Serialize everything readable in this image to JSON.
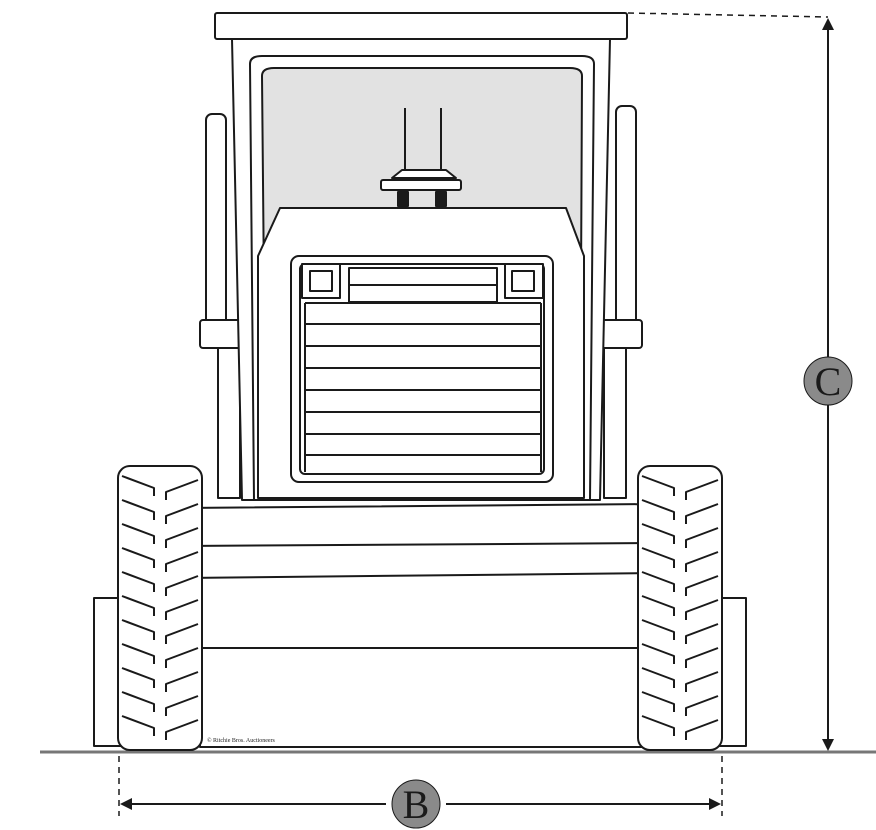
{
  "dimensions": [
    {
      "id": "B",
      "label": "B"
    },
    {
      "id": "C",
      "label": "C"
    }
  ],
  "copyright": "© Ritchie Bros. Auctioneers",
  "colors": {
    "line": "#1a1a1a",
    "cab_glass": "#e2e2e2",
    "marker_fill": "#8a8a8a",
    "background": "#ffffff"
  }
}
